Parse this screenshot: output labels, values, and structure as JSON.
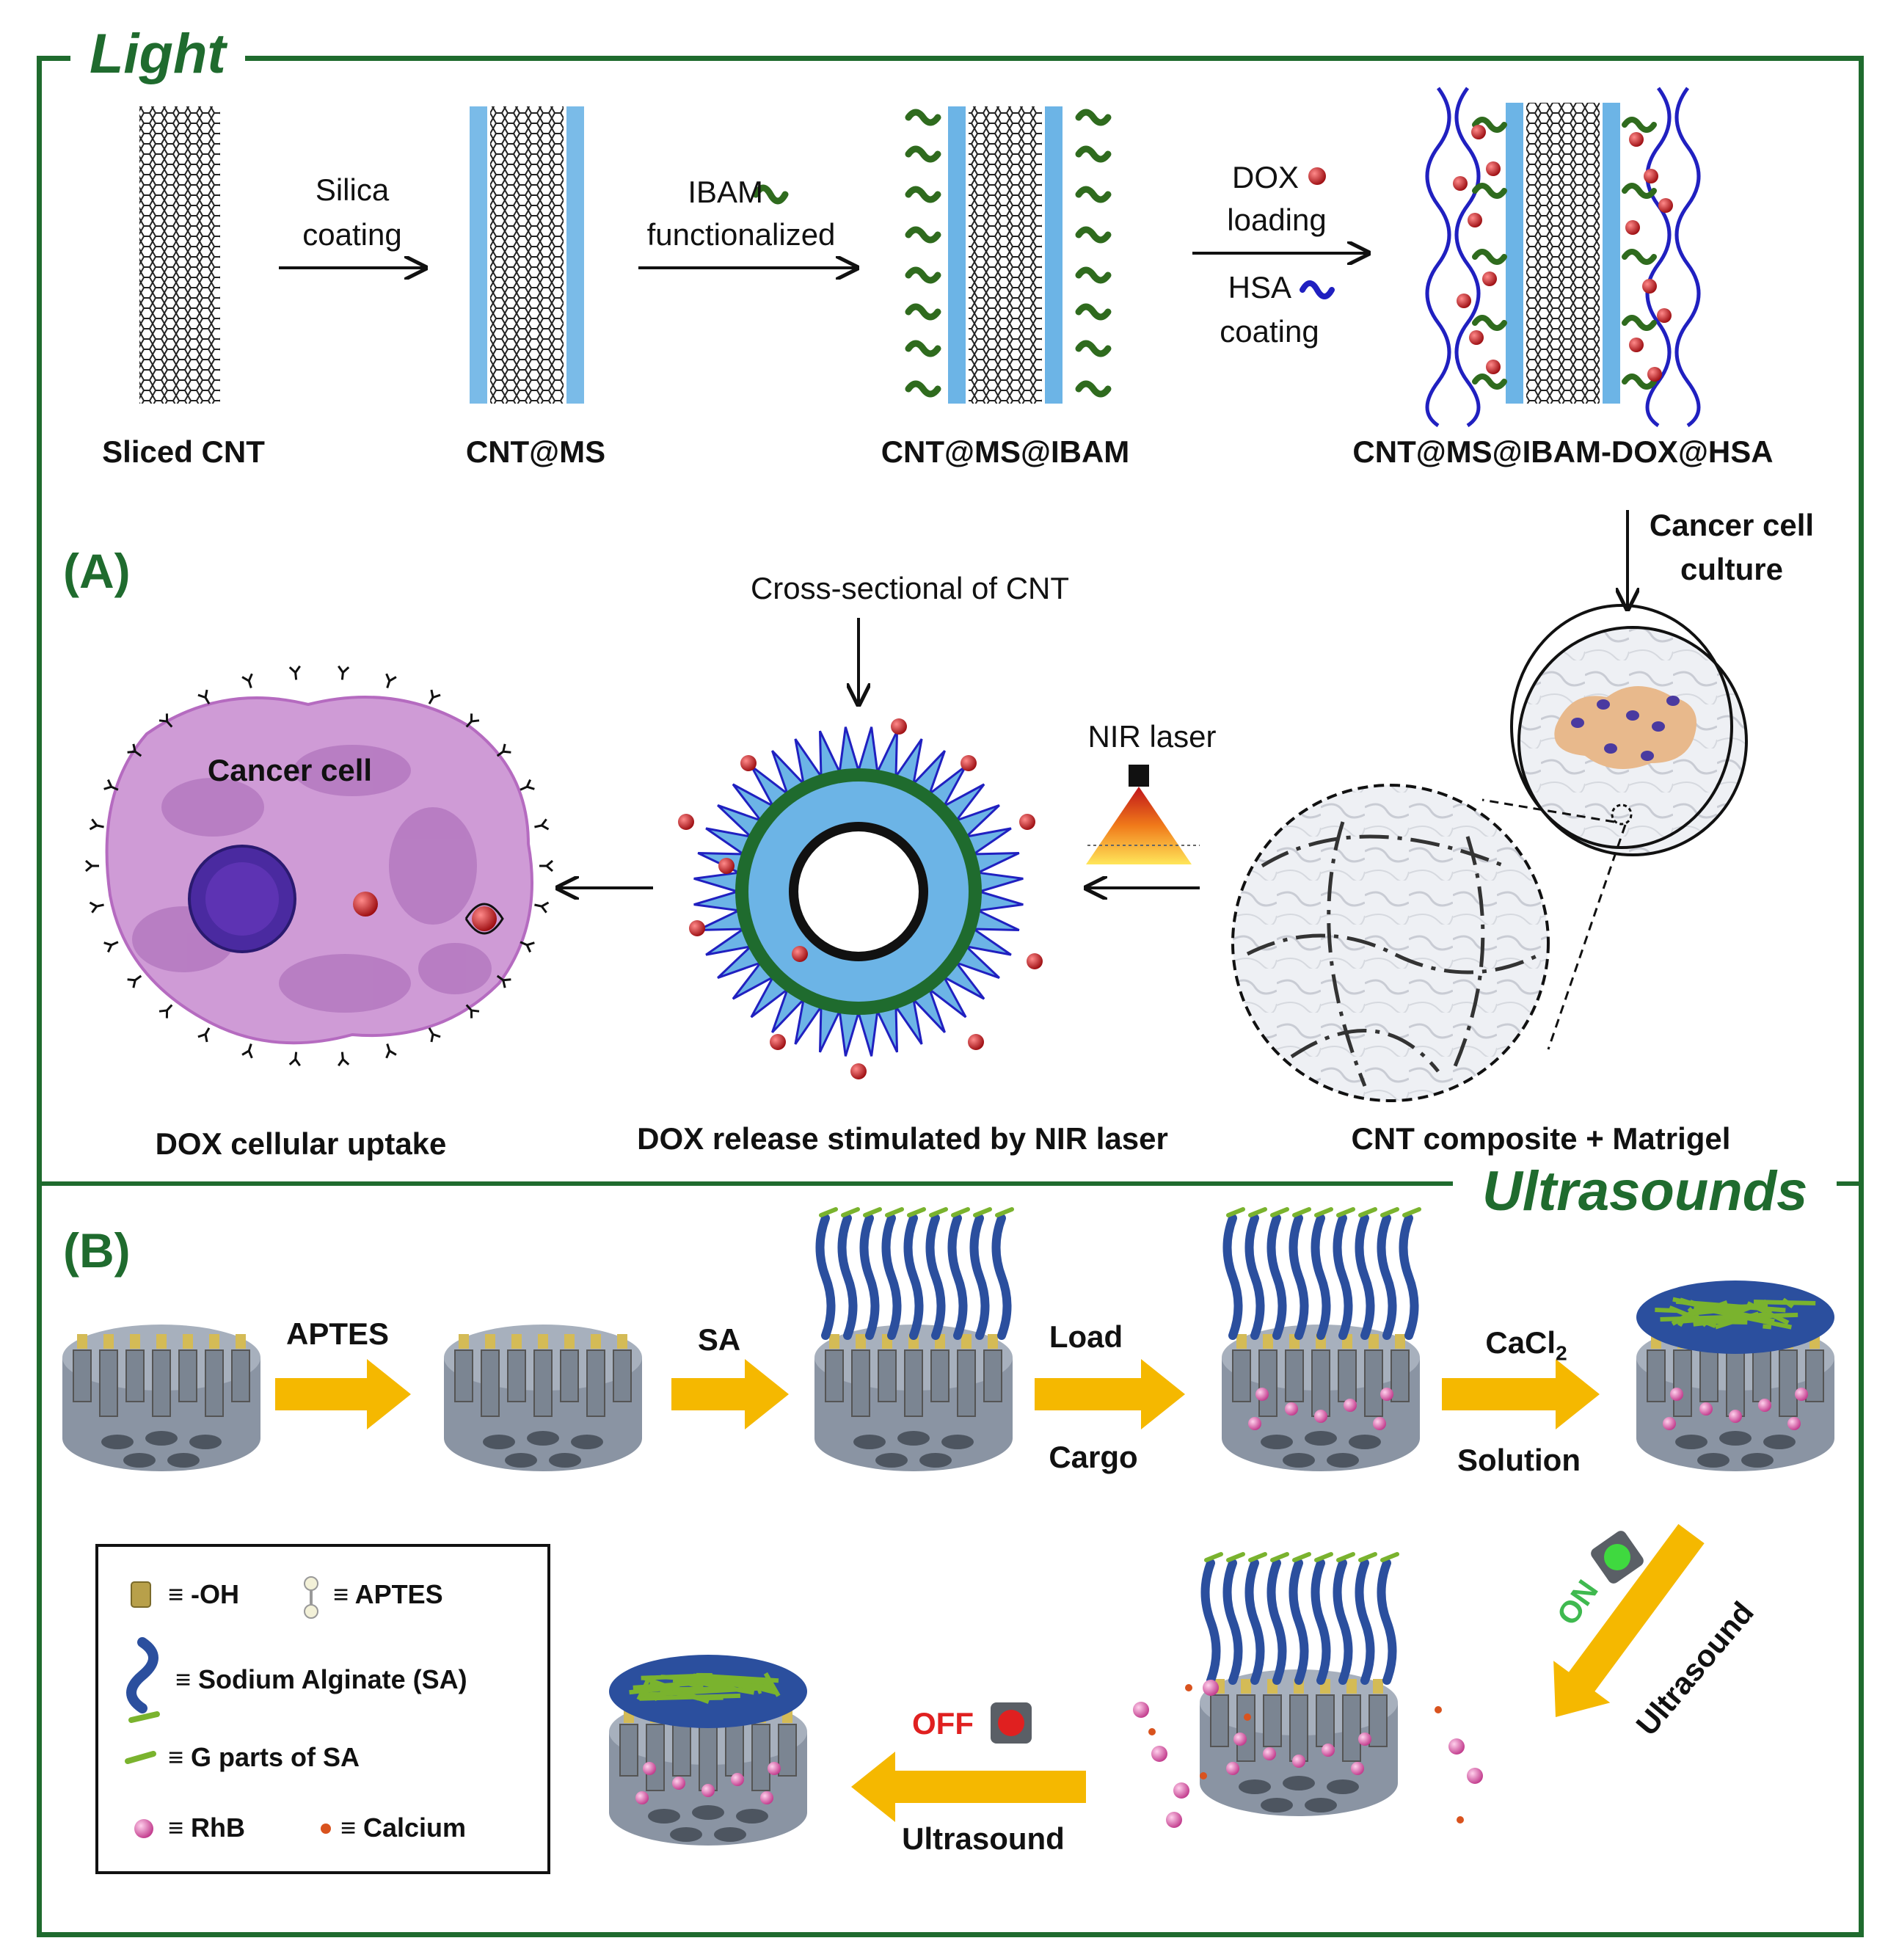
{
  "panel_a": {
    "title": "Light",
    "label": "(A)",
    "steps": [
      {
        "name": "Sliced CNT"
      },
      {
        "name": "CNT@MS"
      },
      {
        "name": "CNT@MS@IBAM"
      },
      {
        "name": "CNT@MS@IBAM-DOX@HSA"
      }
    ],
    "arrows": {
      "silica_1": "Silica",
      "silica_2": "coating",
      "ibam_1": "IBAM",
      "ibam_2": "functionalized",
      "dox_1": "DOX",
      "dox_2": "loading",
      "hsa_1": "HSA",
      "hsa_2": "coating",
      "culture_1": "Cancer cell",
      "culture_2": "culture",
      "cross_section": "Cross-sectional of CNT",
      "nir": "NIR laser"
    },
    "cancer_cell_label": "Cancer cell",
    "bottom_captions": {
      "uptake": "DOX cellular uptake",
      "release": "DOX release stimulated by NIR laser",
      "matrigel": "CNT composite + Matrigel"
    }
  },
  "panel_b": {
    "title": "Ultrasounds",
    "label": "(B)",
    "arrows": {
      "aptes": "APTES",
      "sa": "SA",
      "load_1": "Load",
      "load_2": "Cargo",
      "cacl_1": "CaCl",
      "cacl_sub": "2",
      "cacl_2": "Solution",
      "on": "ON",
      "ultrasound_on": "Ultrasound",
      "off": "OFF",
      "ultrasound_off": "Ultrasound"
    },
    "legend": {
      "oh": "≡ -OH",
      "aptes": "≡ APTES",
      "sa": "≡ Sodium Alginate (SA)",
      "g_parts": "≡ G parts of SA",
      "rhb": "≡ RhB",
      "calcium": "≡ Calcium"
    },
    "colors": {
      "arrow": "#f5b800",
      "disk": "#8a94a3",
      "alginate": "#2b4f9e",
      "g_part": "#7ab32e",
      "rhb": "#d64aa0",
      "calcium": "#d9531e"
    }
  },
  "colors": {
    "frame": "#1f6b2e",
    "silica": "#6cb4e6",
    "ibam": "#2f6b1e",
    "hsa": "#2020c0",
    "dox": "#c0141a",
    "cell": "#b56bc0"
  }
}
